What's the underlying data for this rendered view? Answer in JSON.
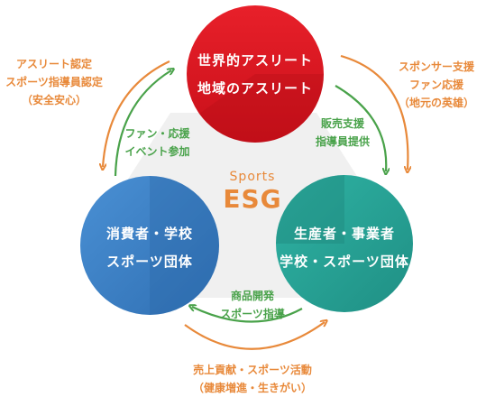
{
  "center": {
    "line1": "Sports",
    "line2": "ESG"
  },
  "circles": {
    "top": {
      "line1": "世界的アスリート",
      "line2": "地域のアスリート",
      "color": "#d9141e"
    },
    "left": {
      "line1": "消費者・学校",
      "line2": "スポーツ団体",
      "color": "#3f82c6"
    },
    "right": {
      "line1": "生産者・事業者",
      "line2": "学校・スポーツ団体",
      "color": "#2ba89a"
    }
  },
  "flows": {
    "outer_left": {
      "line1": "アスリート認定",
      "line2": "スポーツ指導員認定",
      "line3": "（安全安心）"
    },
    "outer_right": {
      "line1": "スポンサー支援",
      "line2": "ファン応援",
      "line3": "（地元の英雄）"
    },
    "outer_bottom": {
      "line1": "売上貢献・スポーツ活動",
      "line2": "（健康増進・生きがい）"
    },
    "inner_left": {
      "line1": "ファン・応援",
      "line2": "イベント参加"
    },
    "inner_right": {
      "line1": "販売支援",
      "line2": "指導員提供"
    },
    "inner_bottom": {
      "line1": "商品開発",
      "line2": "スポーツ指導"
    }
  },
  "colors": {
    "orange": "#e8893a",
    "green": "#49a24a",
    "hexagon": "#f0f0f0"
  }
}
